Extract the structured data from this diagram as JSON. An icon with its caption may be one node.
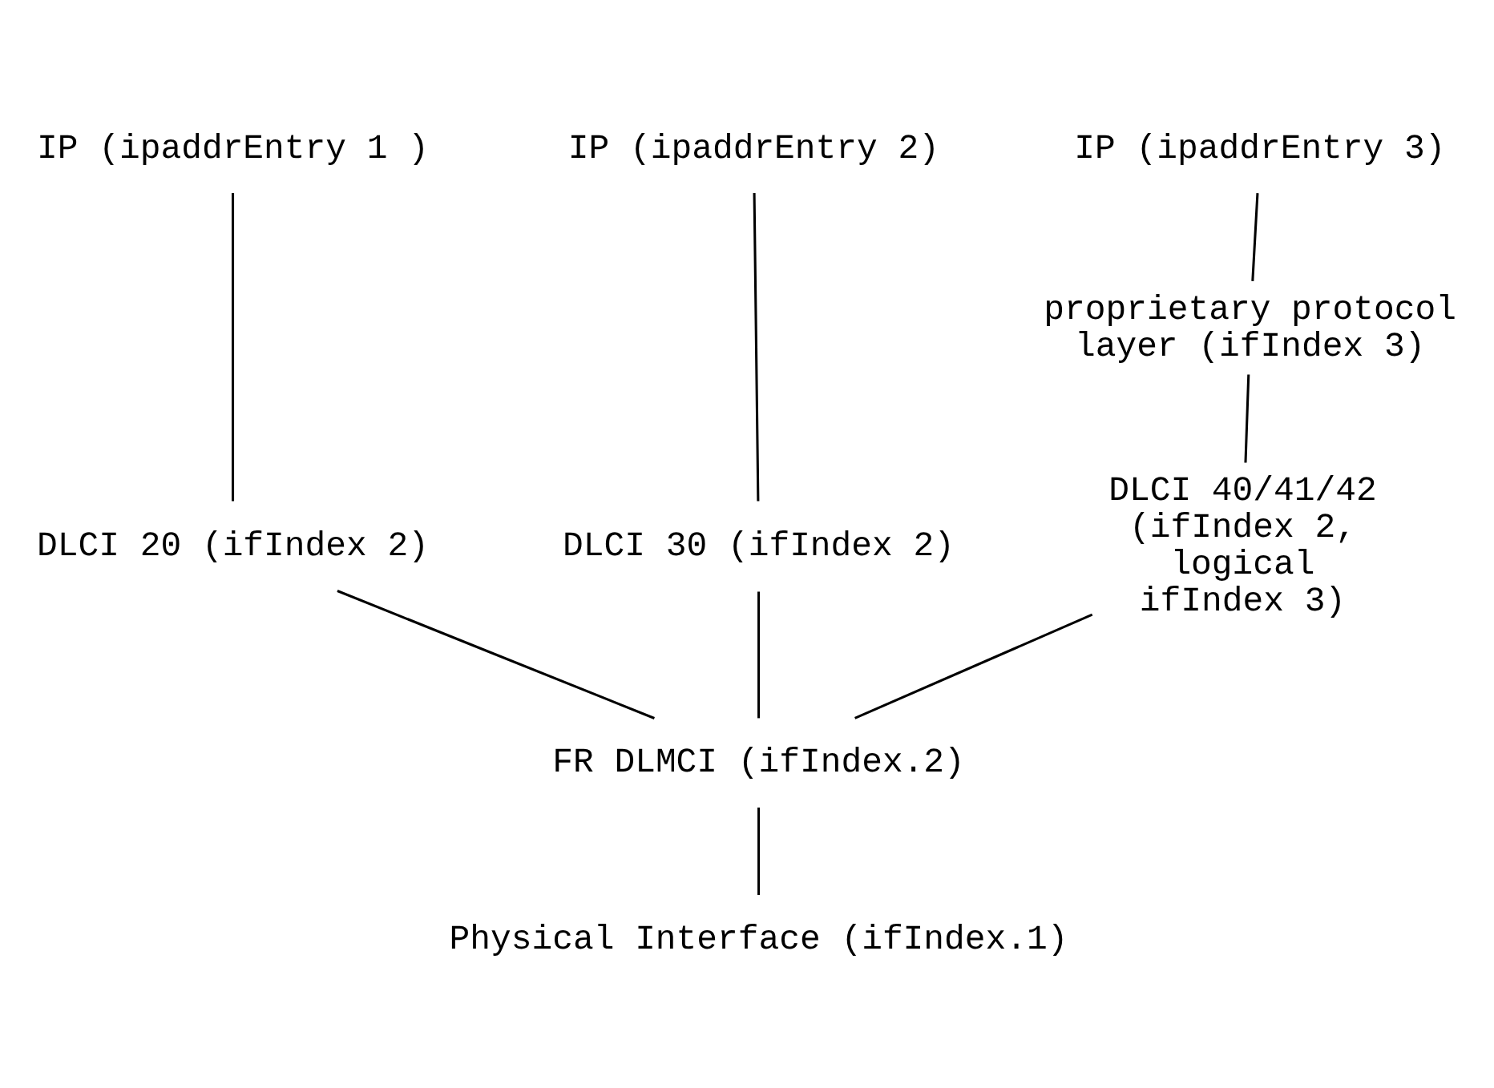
{
  "diagram": {
    "nodes": [
      {
        "text": [
          "IP (ipaddrEntry 1 )"
        ]
      },
      {
        "text": [
          "IP (ipaddrEntry 2)"
        ]
      },
      {
        "text": [
          "IP (ipaddrEntry 3)"
        ]
      },
      {
        "text": [
          "proprietary protocol layer (ifIndex 3)"
        ]
      },
      {
        "text": [
          "DLCI 20 (ifIndex 2)"
        ]
      },
      {
        "text": [
          "DLCI 30 (ifIndex 2)"
        ]
      },
      {
        "text": [
          "DLCI 40/41/42 (ifIndex 2, logical ifIndex 3)"
        ]
      },
      {
        "text": [
          "FR DLMCI (ifIndex.2)"
        ]
      },
      {
        "text": [
          "Physical Interface (ifIndex.1)"
        ]
      }
    ],
    "edges": [
      {
        "from": 0,
        "to": 4,
        "arrow": "none"
      },
      {
        "from": 1,
        "to": 5,
        "arrow": "none"
      },
      {
        "from": 2,
        "to": 3,
        "arrow": "none"
      },
      {
        "from": 3,
        "to": 6,
        "arrow": "none"
      },
      {
        "from": 4,
        "to": 7,
        "arrow": "none"
      },
      {
        "from": 5,
        "to": 7,
        "arrow": "none"
      },
      {
        "from": 6,
        "to": 7,
        "arrow": "none"
      },
      {
        "from": 7,
        "to": 8,
        "arrow": "none"
      }
    ]
  }
}
